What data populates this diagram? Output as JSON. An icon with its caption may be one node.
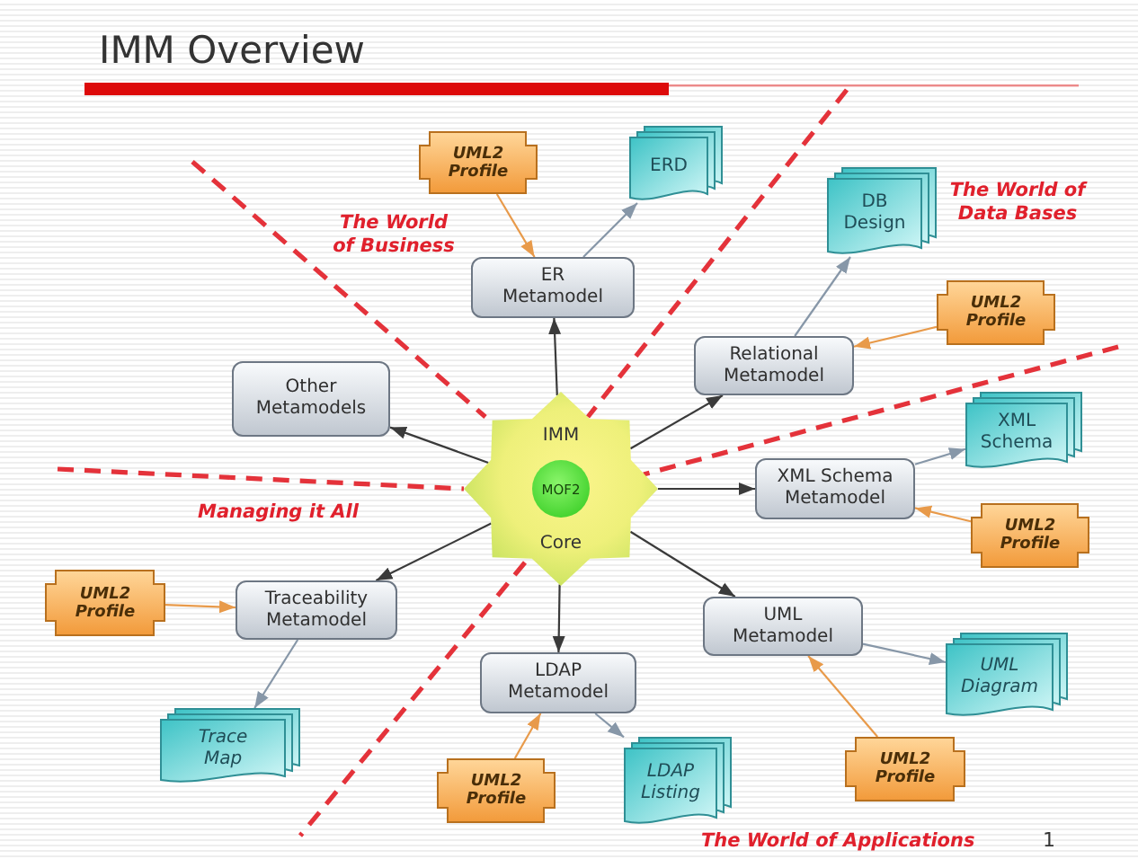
{
  "diagram": {
    "title": "IMM Overview",
    "nodes": [
      {
        "text": [
          "UML2 Profile"
        ]
      },
      {
        "text": [
          "ERD"
        ]
      },
      {
        "text": [
          "ER Metamodel"
        ]
      },
      {
        "text": [
          "DB Design"
        ]
      },
      {
        "text": [
          "UML2 Profile"
        ]
      },
      {
        "text": [
          "Relational Metamodel"
        ]
      },
      {
        "text": [
          "Other Metamodels"
        ]
      },
      {
        "text": [
          "IMM",
          "Core"
        ]
      },
      {
        "text": [
          "MOF2"
        ],
        "in": 7
      },
      {
        "text": [
          "XML Schema"
        ]
      },
      {
        "text": [
          "XML Schema Metamodel"
        ]
      },
      {
        "text": [
          "UML2 Profile"
        ]
      },
      {
        "text": [
          "UML2 Profile"
        ]
      },
      {
        "text": [
          "Traceability Metamodel"
        ]
      },
      {
        "text": [
          "UML Metamodel"
        ]
      },
      {
        "text": [
          "UML Diagram"
        ]
      },
      {
        "text": [
          "LDAP Metamodel"
        ]
      },
      {
        "text": [
          "Trace Map"
        ]
      },
      {
        "text": [
          "LDAP Listing"
        ]
      },
      {
        "text": [
          "UML2 Profile"
        ]
      },
      {
        "text": [
          "UML2 Profile"
        ]
      }
    ],
    "edges": [
      {
        "from": 7,
        "to": 6,
        "arrow": "to"
      },
      {
        "from": 7,
        "to": 2,
        "arrow": "to"
      },
      {
        "from": 7,
        "to": 5,
        "arrow": "to"
      },
      {
        "from": 7,
        "to": 10,
        "arrow": "to"
      },
      {
        "from": 7,
        "to": 14,
        "arrow": "to"
      },
      {
        "from": 7,
        "to": 16,
        "arrow": "to"
      },
      {
        "from": 7,
        "to": 13,
        "arrow": "to"
      },
      {
        "from": 0,
        "to": 2,
        "arrow": "to",
        "color": "#e89a4a"
      },
      {
        "from": 2,
        "to": 1,
        "arrow": "to",
        "color": "#8797a8"
      },
      {
        "from": 5,
        "to": 3,
        "arrow": "to",
        "color": "#8797a8"
      },
      {
        "from": 4,
        "to": 5,
        "arrow": "to",
        "color": "#e89a4a"
      },
      {
        "from": 10,
        "to": 9,
        "arrow": "to",
        "color": "#8797a8"
      },
      {
        "from": 11,
        "to": 10,
        "arrow": "to",
        "color": "#e89a4a"
      },
      {
        "from": 14,
        "to": 15,
        "arrow": "to",
        "color": "#8797a8"
      },
      {
        "from": 19,
        "to": 14,
        "arrow": "to",
        "color": "#e89a4a"
      },
      {
        "from": 13,
        "to": 17,
        "arrow": "to",
        "color": "#8797a8"
      },
      {
        "from": 12,
        "to": 13,
        "arrow": "to",
        "color": "#e89a4a"
      },
      {
        "from": 16,
        "to": 18,
        "arrow": "to",
        "color": "#8797a8"
      },
      {
        "from": 20,
        "to": 16,
        "arrow": "to",
        "color": "#e89a4a"
      }
    ],
    "labels": [
      "The World of Business",
      "The World of Data Bases",
      "Managing it All",
      "The World of Applications",
      "1"
    ]
  }
}
